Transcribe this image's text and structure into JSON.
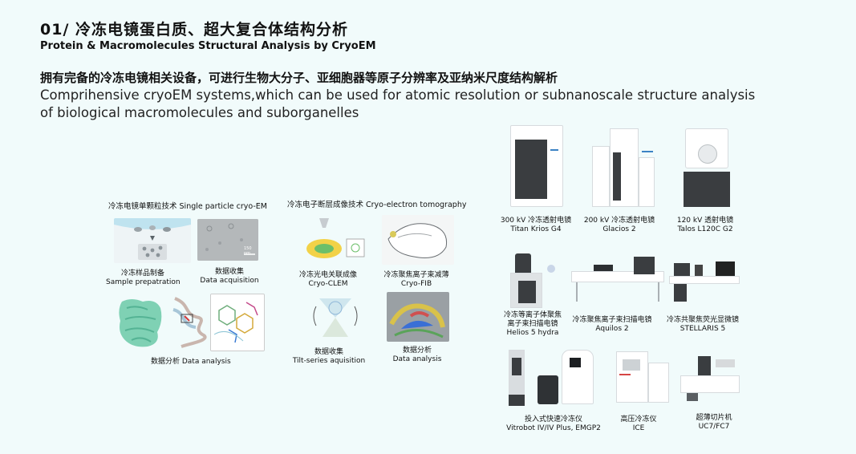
{
  "heading": {
    "cn": "01/ 冷冻电镜蛋白质、超大复合体结构分析",
    "en": "Protein & Macromolecules Structural Analysis by CryoEM"
  },
  "intro": {
    "cn": "拥有完备的冷冻电镜相关设备，可进行生物大分子、亚细胞器等原子分辨率及亚纳米尺度结构解析",
    "en": "Comprihensive cryoEM systems,which can be used for atomic resolution or subnanoscale structure analysis of biological macromolecules and suborganelles"
  },
  "spa": {
    "title": "冷冻电镜单颗粒技术 Single particle cryo-EM",
    "prep": {
      "cn": "冷冻样品制备",
      "en": "Sample prepatration"
    },
    "acq": {
      "cn": "数据收集",
      "en": "Data acquisition"
    },
    "analysis": "数据分析 Data analysis",
    "scale": "150 nm"
  },
  "cet": {
    "title": "冷冻电子断层成像技术 Cryo-electron tomography",
    "clem": {
      "cn": "冷冻光电关联成像",
      "en": "Cryo-CLEM"
    },
    "fib": {
      "cn": "冷冻聚焦离子束减薄",
      "en": "Cryo-FIB"
    },
    "tilt": {
      "cn": "数据收集",
      "en": "Tilt-series aquisition"
    },
    "analysis": {
      "cn": "数据分析",
      "en": "Data analysis"
    }
  },
  "equipment": [
    {
      "cn": "300 kV 冷冻透射电镜",
      "en": "Titan Krios G4"
    },
    {
      "cn": "200 kV 冷冻透射电镜",
      "en": "Glacios 2"
    },
    {
      "cn": "120 kV 透射电镜",
      "en": "Talos L120C G2"
    },
    {
      "cn": "冷冻等离子体聚焦",
      "cn2": "离子束扫描电镜",
      "en": "Helios 5 hydra"
    },
    {
      "cn": "冷冻聚焦离子束扫描电镜",
      "en": "Aquilos 2"
    },
    {
      "cn": "冷冻共聚焦荧光显微镜",
      "en": "STELLARIS 5"
    },
    {
      "cn": "投入式快速冷冻仪",
      "en": "Vitrobot IV/IV Plus, EMGP2"
    },
    {
      "cn": "高压冷冻仪",
      "en": "ICE"
    },
    {
      "cn": "超薄切片机",
      "en": "UC7/FC7"
    }
  ]
}
